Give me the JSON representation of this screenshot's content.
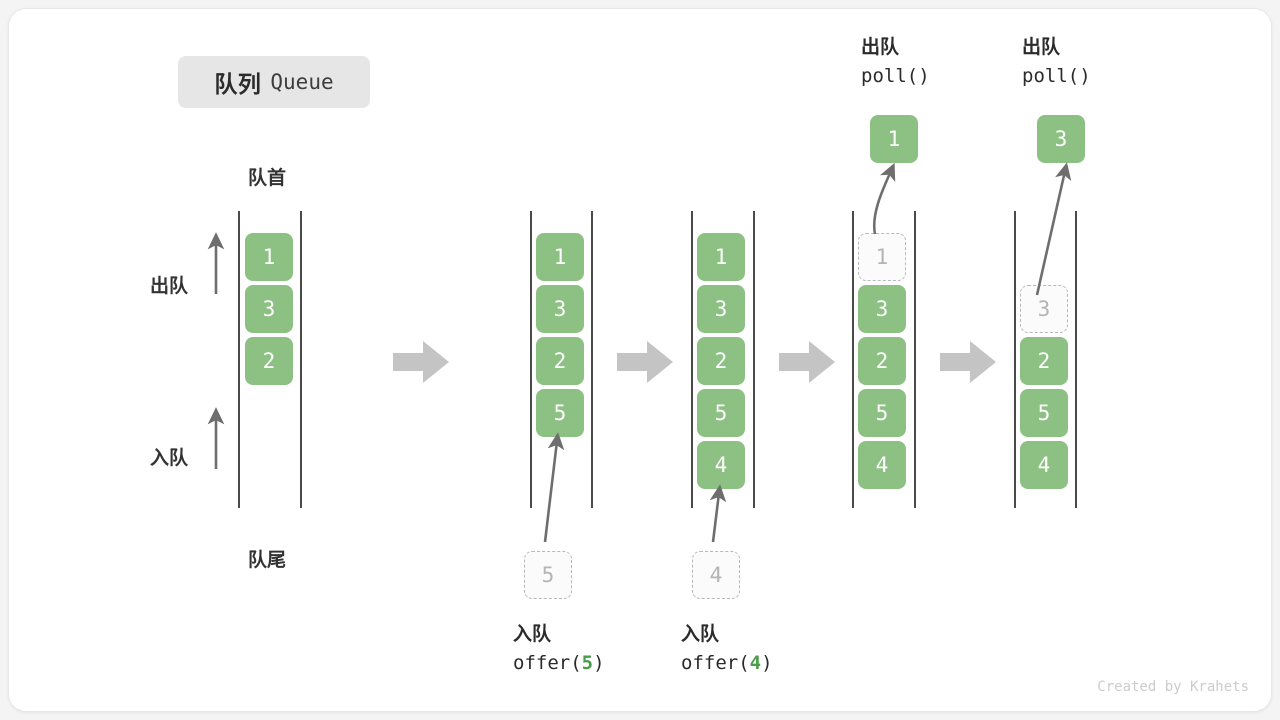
{
  "card": {
    "background": "#ffffff",
    "border_color": "#e8e8e8"
  },
  "title": {
    "cn": "队列",
    "en": "Queue",
    "chip_color": "#e6e6e6"
  },
  "colors": {
    "element_fill": "#8cc183",
    "element_text": "#ffffff",
    "ghost_fill": "#fbfbfb",
    "ghost_border": "#b8b8b8",
    "ghost_text": "#b4b4b4",
    "rail": "#4a4a4a",
    "arrow": "#6e6e6e",
    "step_arrow": "#c4c4c4",
    "code_number": "#4a9d4a"
  },
  "annotations": {
    "front": "队首",
    "rear": "队尾",
    "dequeue": "出队",
    "enqueue": "入队"
  },
  "columns": [
    {
      "id": "initial",
      "cells": [
        "1",
        "3",
        "2"
      ],
      "ghost_index": null
    },
    {
      "id": "after-offer-5",
      "cells": [
        "1",
        "3",
        "2",
        "5"
      ],
      "ghost_index": null
    },
    {
      "id": "after-offer-4",
      "cells": [
        "1",
        "3",
        "2",
        "5",
        "4"
      ],
      "ghost_index": null
    },
    {
      "id": "polling-1",
      "cells": [
        "1",
        "3",
        "2",
        "5",
        "4"
      ],
      "ghost_index": 0
    },
    {
      "id": "polling-3",
      "cells": [
        "",
        "3",
        "2",
        "5",
        "4"
      ],
      "ghost_index": 1
    }
  ],
  "operations": [
    {
      "id": "offer-5",
      "kind": "enqueue",
      "cn": "入队",
      "code_prefix": "offer(",
      "code_value": "5",
      "code_suffix": ")",
      "ghost_value": "5"
    },
    {
      "id": "offer-4",
      "kind": "enqueue",
      "cn": "入队",
      "code_prefix": "offer(",
      "code_value": "4",
      "code_suffix": ")",
      "ghost_value": "4"
    },
    {
      "id": "poll-1",
      "kind": "dequeue",
      "cn": "出队",
      "code": "poll()",
      "popped_value": "1"
    },
    {
      "id": "poll-3",
      "kind": "dequeue",
      "cn": "出队",
      "code": "poll()",
      "popped_value": "3"
    }
  ],
  "credit": "Created by Krahets"
}
